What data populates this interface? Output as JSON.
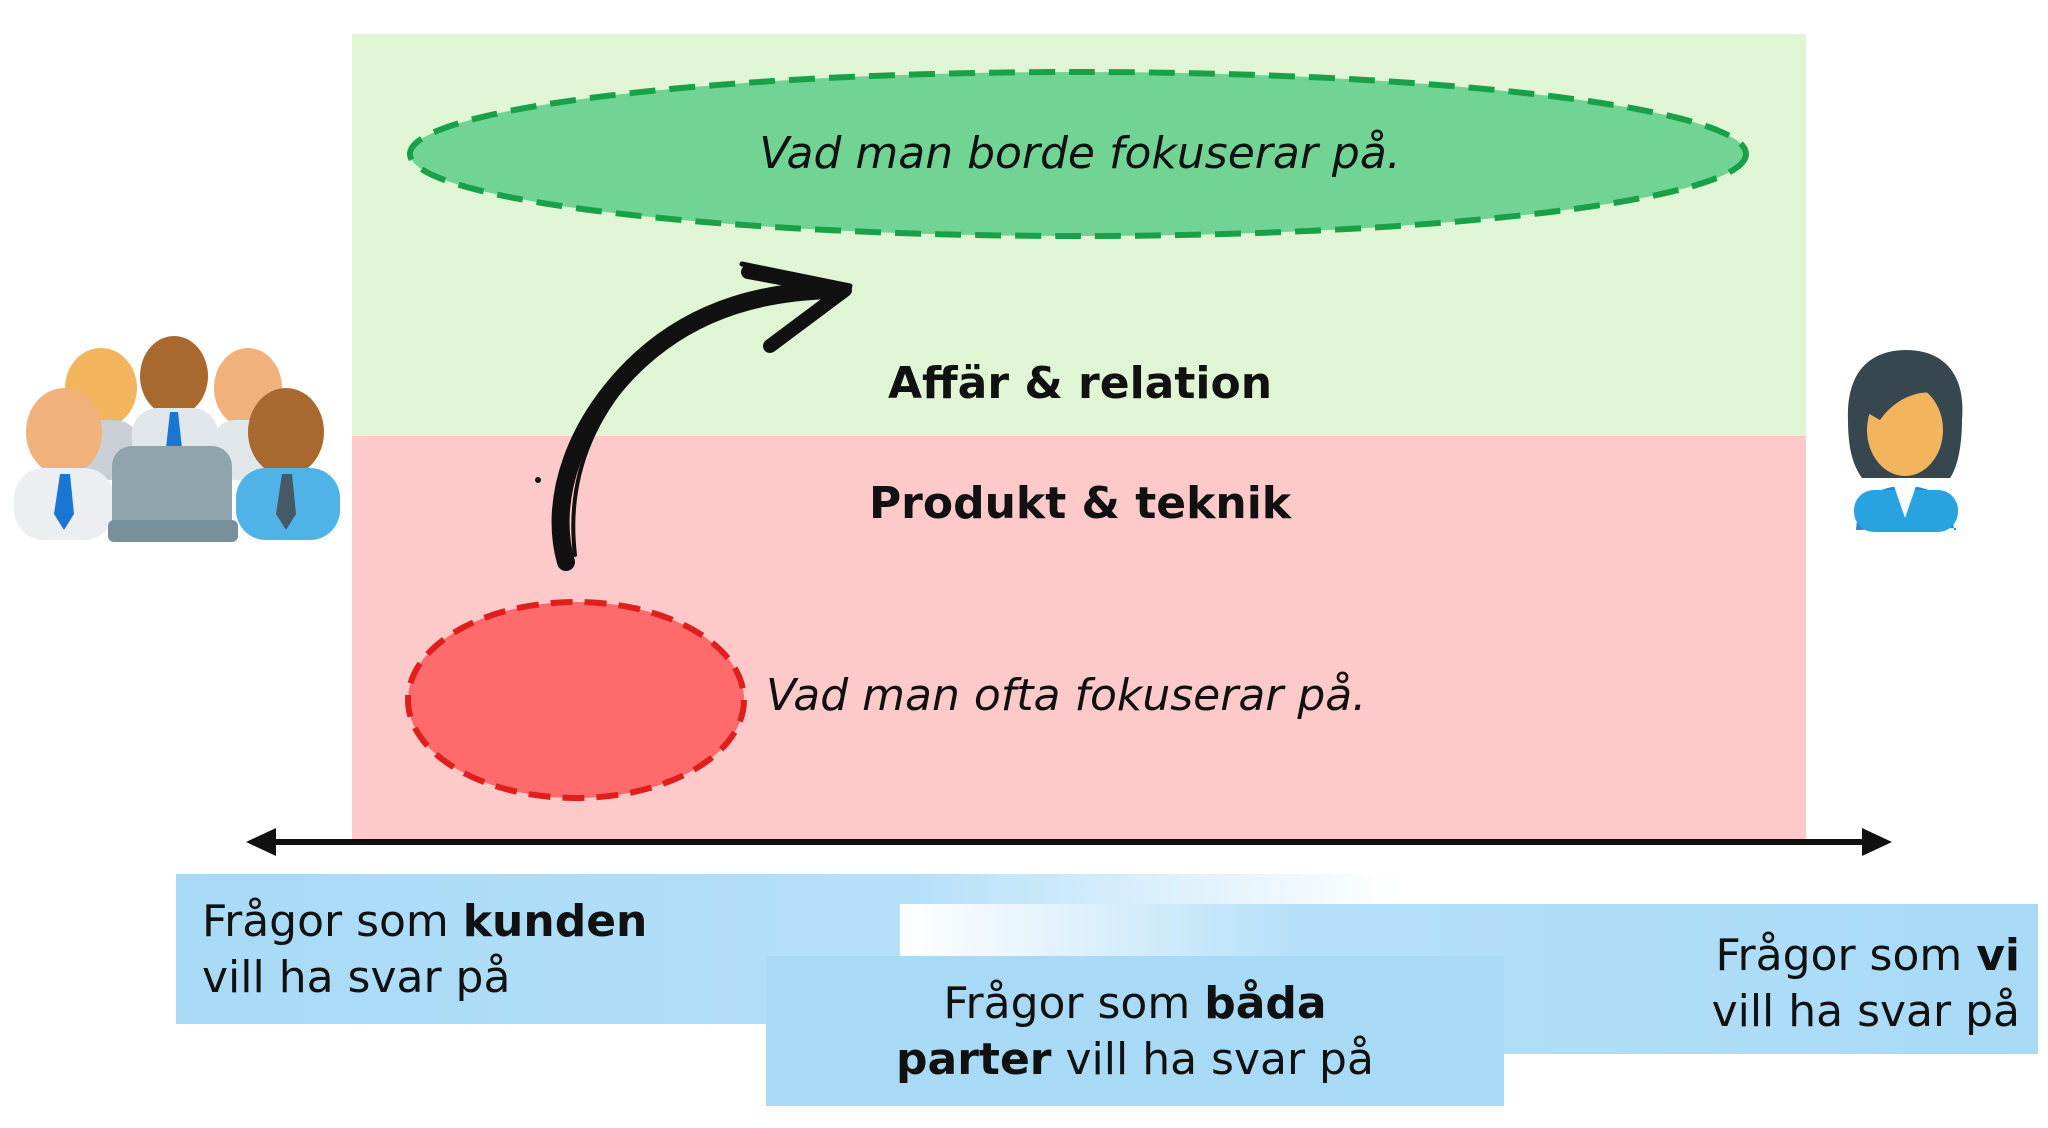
{
  "colors": {
    "green_zone": "#e0f5d4",
    "red_zone": "#fdc9c9",
    "green_ellipse": "#72d494",
    "green_ellipse_border": "#19a14a",
    "red_ellipse": "#ff6a6a",
    "red_ellipse_border": "#e01e1e",
    "question_box": "#a8daf6"
  },
  "zones": {
    "upper_label": "Affär & relation",
    "lower_label": "Produkt & teknik"
  },
  "ellipses": {
    "target_text": "Vad man borde fokuserar på.",
    "current_text": "Vad man ofta fokuserar på."
  },
  "boxes": {
    "customer": {
      "prefix": "Frågor som ",
      "bold": "kunden",
      "line2": "vill ha svar på"
    },
    "both": {
      "prefix": "Frågor som ",
      "bold1": "båda",
      "bold2": "parter",
      "suffix": " vill ha svar på"
    },
    "us": {
      "prefix": "Frågor som ",
      "bold": "vi",
      "line2": "vill ha svar på"
    }
  },
  "icons": {
    "left": "group-of-business-people-icon",
    "right": "businesswoman-icon",
    "arrow": "curved-brush-arrow-icon",
    "axis": "double-headed-arrow-icon"
  }
}
